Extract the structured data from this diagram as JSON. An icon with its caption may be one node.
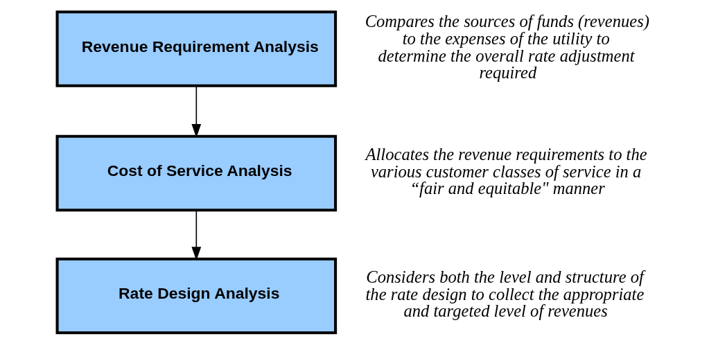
{
  "diagram": {
    "nodes": [
      {
        "text": [
          "Revenue Requirement Analysis"
        ],
        "beside": [
          "Compares the sources of funds (revenues) to the expenses of the utility to determine the overall rate adjustment required"
        ]
      },
      {
        "text": [
          "Cost of Service Analysis"
        ],
        "beside": [
          "Allocates the revenue requirements to the various customer classes of service in a “fair and equitable\" manner"
        ]
      },
      {
        "text": [
          "Rate Design Analysis"
        ],
        "beside": [
          "Considers both the level and structure of the rate design to collect the appropriate and targeted level of revenues"
        ]
      }
    ],
    "edges": [
      {
        "from": 0,
        "to": 1,
        "arrow": "to"
      },
      {
        "from": 1,
        "to": 2,
        "arrow": "to"
      }
    ]
  }
}
